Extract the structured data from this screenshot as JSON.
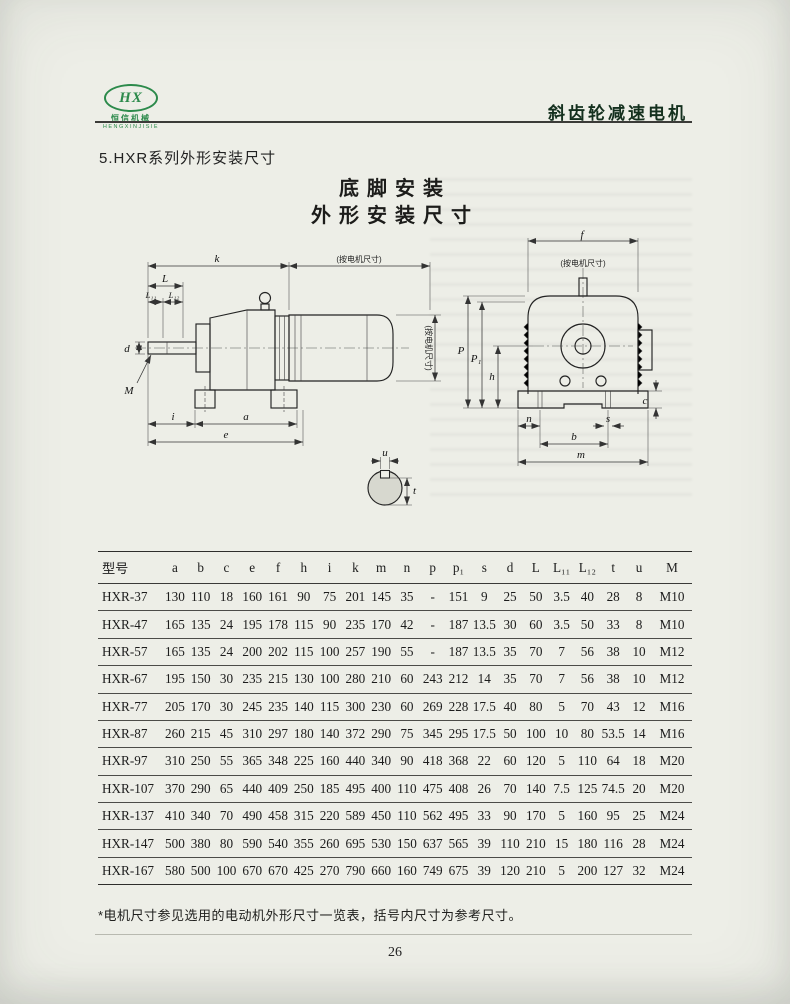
{
  "header": {
    "logo": {
      "text": "HX",
      "brand_cn": "恒信机械",
      "brand_en": "HENGXINJISIE"
    },
    "doc_title": "斜齿轮减速电机"
  },
  "section": {
    "title": "5.HXR系列外形安装尺寸"
  },
  "figure": {
    "title_line1": "底脚安装",
    "title_line2": "外形安装尺寸",
    "labels": {
      "k": "k",
      "motor_note": "(按电机尺寸)",
      "L": "L",
      "L11": "L₁₁",
      "L12": "L₁₂",
      "d": "d",
      "M": "M",
      "i": "i",
      "a": "a",
      "e": "e",
      "u": "u",
      "t": "t",
      "f": "f",
      "P": "P",
      "P1": "P₁",
      "h": "h",
      "c": "c",
      "n": "n",
      "s": "s",
      "b": "b",
      "m": "m"
    }
  },
  "table": {
    "headers": [
      "型号",
      "a",
      "b",
      "c",
      "e",
      "f",
      "h",
      "i",
      "k",
      "m",
      "n",
      "p",
      "p₁",
      "s",
      "d",
      "L",
      "L₁₁",
      "L₁₂",
      "t",
      "u",
      "M"
    ],
    "rows": [
      [
        "HXR-37",
        "130",
        "110",
        "18",
        "160",
        "161",
        "90",
        "75",
        "201",
        "145",
        "35",
        "-",
        "151",
        "9",
        "25",
        "50",
        "3.5",
        "40",
        "28",
        "8",
        "M10"
      ],
      [
        "HXR-47",
        "165",
        "135",
        "24",
        "195",
        "178",
        "115",
        "90",
        "235",
        "170",
        "42",
        "-",
        "187",
        "13.5",
        "30",
        "60",
        "3.5",
        "50",
        "33",
        "8",
        "M10"
      ],
      [
        "HXR-57",
        "165",
        "135",
        "24",
        "200",
        "202",
        "115",
        "100",
        "257",
        "190",
        "55",
        "-",
        "187",
        "13.5",
        "35",
        "70",
        "7",
        "56",
        "38",
        "10",
        "M12"
      ],
      [
        "HXR-67",
        "195",
        "150",
        "30",
        "235",
        "215",
        "130",
        "100",
        "280",
        "210",
        "60",
        "243",
        "212",
        "14",
        "35",
        "70",
        "7",
        "56",
        "38",
        "10",
        "M12"
      ],
      [
        "HXR-77",
        "205",
        "170",
        "30",
        "245",
        "235",
        "140",
        "115",
        "300",
        "230",
        "60",
        "269",
        "228",
        "17.5",
        "40",
        "80",
        "5",
        "70",
        "43",
        "12",
        "M16"
      ],
      [
        "HXR-87",
        "260",
        "215",
        "45",
        "310",
        "297",
        "180",
        "140",
        "372",
        "290",
        "75",
        "345",
        "295",
        "17.5",
        "50",
        "100",
        "10",
        "80",
        "53.5",
        "14",
        "M16"
      ],
      [
        "HXR-97",
        "310",
        "250",
        "55",
        "365",
        "348",
        "225",
        "160",
        "440",
        "340",
        "90",
        "418",
        "368",
        "22",
        "60",
        "120",
        "5",
        "110",
        "64",
        "18",
        "M20"
      ],
      [
        "HXR-107",
        "370",
        "290",
        "65",
        "440",
        "409",
        "250",
        "185",
        "495",
        "400",
        "110",
        "475",
        "408",
        "26",
        "70",
        "140",
        "7.5",
        "125",
        "74.5",
        "20",
        "M20"
      ],
      [
        "HXR-137",
        "410",
        "340",
        "70",
        "490",
        "458",
        "315",
        "220",
        "589",
        "450",
        "110",
        "562",
        "495",
        "33",
        "90",
        "170",
        "5",
        "160",
        "95",
        "25",
        "M24"
      ],
      [
        "HXR-147",
        "500",
        "380",
        "80",
        "590",
        "540",
        "355",
        "260",
        "695",
        "530",
        "150",
        "637",
        "565",
        "39",
        "110",
        "210",
        "15",
        "180",
        "116",
        "28",
        "M24"
      ],
      [
        "HXR-167",
        "580",
        "500",
        "100",
        "670",
        "670",
        "425",
        "270",
        "790",
        "660",
        "160",
        "749",
        "675",
        "39",
        "120",
        "210",
        "5",
        "200",
        "127",
        "32",
        "M24"
      ]
    ]
  },
  "footnote": "*电机尺寸参见选用的电动机外形尺寸一览表，括号内尺寸为参考尺寸。",
  "page_number": "26"
}
